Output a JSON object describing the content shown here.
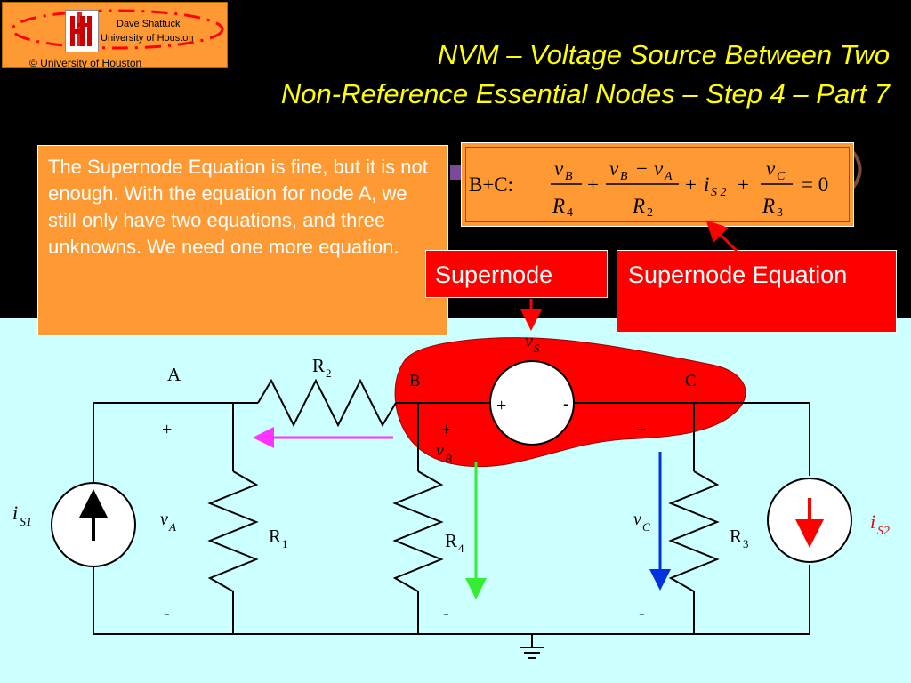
{
  "header": {
    "logo_name": "Dave Shattuck",
    "logo_university": "University of Houston",
    "copyright": "© University of Houston"
  },
  "title": {
    "line1": "NVM – Voltage Source Between Two",
    "line2": "Non-Reference Essential Nodes – Step 4 – Part 7"
  },
  "explanation": "The Supernode Equation is fine, but it is not enough.  With the equation for node A, we still only have two equations, and three unknowns.  We need one more equation.",
  "equation": {
    "prefix": "B+C:",
    "term1_num": "v",
    "term1_num_sub": "B",
    "term1_den": "R",
    "term1_den_sub": "4",
    "term2_num_a": "v",
    "term2_num_a_sub": "B",
    "term2_minus": "−",
    "term2_num_b": "v",
    "term2_num_b_sub": "A",
    "term2_den": "R",
    "term2_den_sub": "2",
    "plus": "+",
    "term3": "i",
    "term3_sub": "S 2",
    "term4_num": "v",
    "term4_num_sub": "C",
    "term4_den": "R",
    "term4_den_sub": "3",
    "equals": "= 0"
  },
  "labels": {
    "supernode": "Supernode",
    "supernode_equation": "Supernode Equation"
  },
  "circuit": {
    "node_a": "A",
    "node_b": "B",
    "node_c": "C",
    "r1": "R",
    "r1_sub": "1",
    "r2": "R",
    "r2_sub": "2",
    "r3": "R",
    "r3_sub": "3",
    "r4": "R",
    "r4_sub": "4",
    "vs": "v",
    "vs_sub": "S",
    "va": "v",
    "va_sub": "A",
    "vb": "v",
    "vb_sub": "B",
    "vc": "v",
    "vc_sub": "C",
    "is1": "i",
    "is1_sub": "S1",
    "is2": "i",
    "is2_sub": "S2",
    "plus": "+",
    "minus": "-"
  },
  "colors": {
    "title": "#ffff00",
    "box_orange": "#ff9933",
    "supernode_red": "#ff0000",
    "bottom_bg": "#ccffff",
    "arrow_magenta": "#ff33ff",
    "arrow_green": "#33ee33",
    "arrow_blue": "#0033dd"
  }
}
